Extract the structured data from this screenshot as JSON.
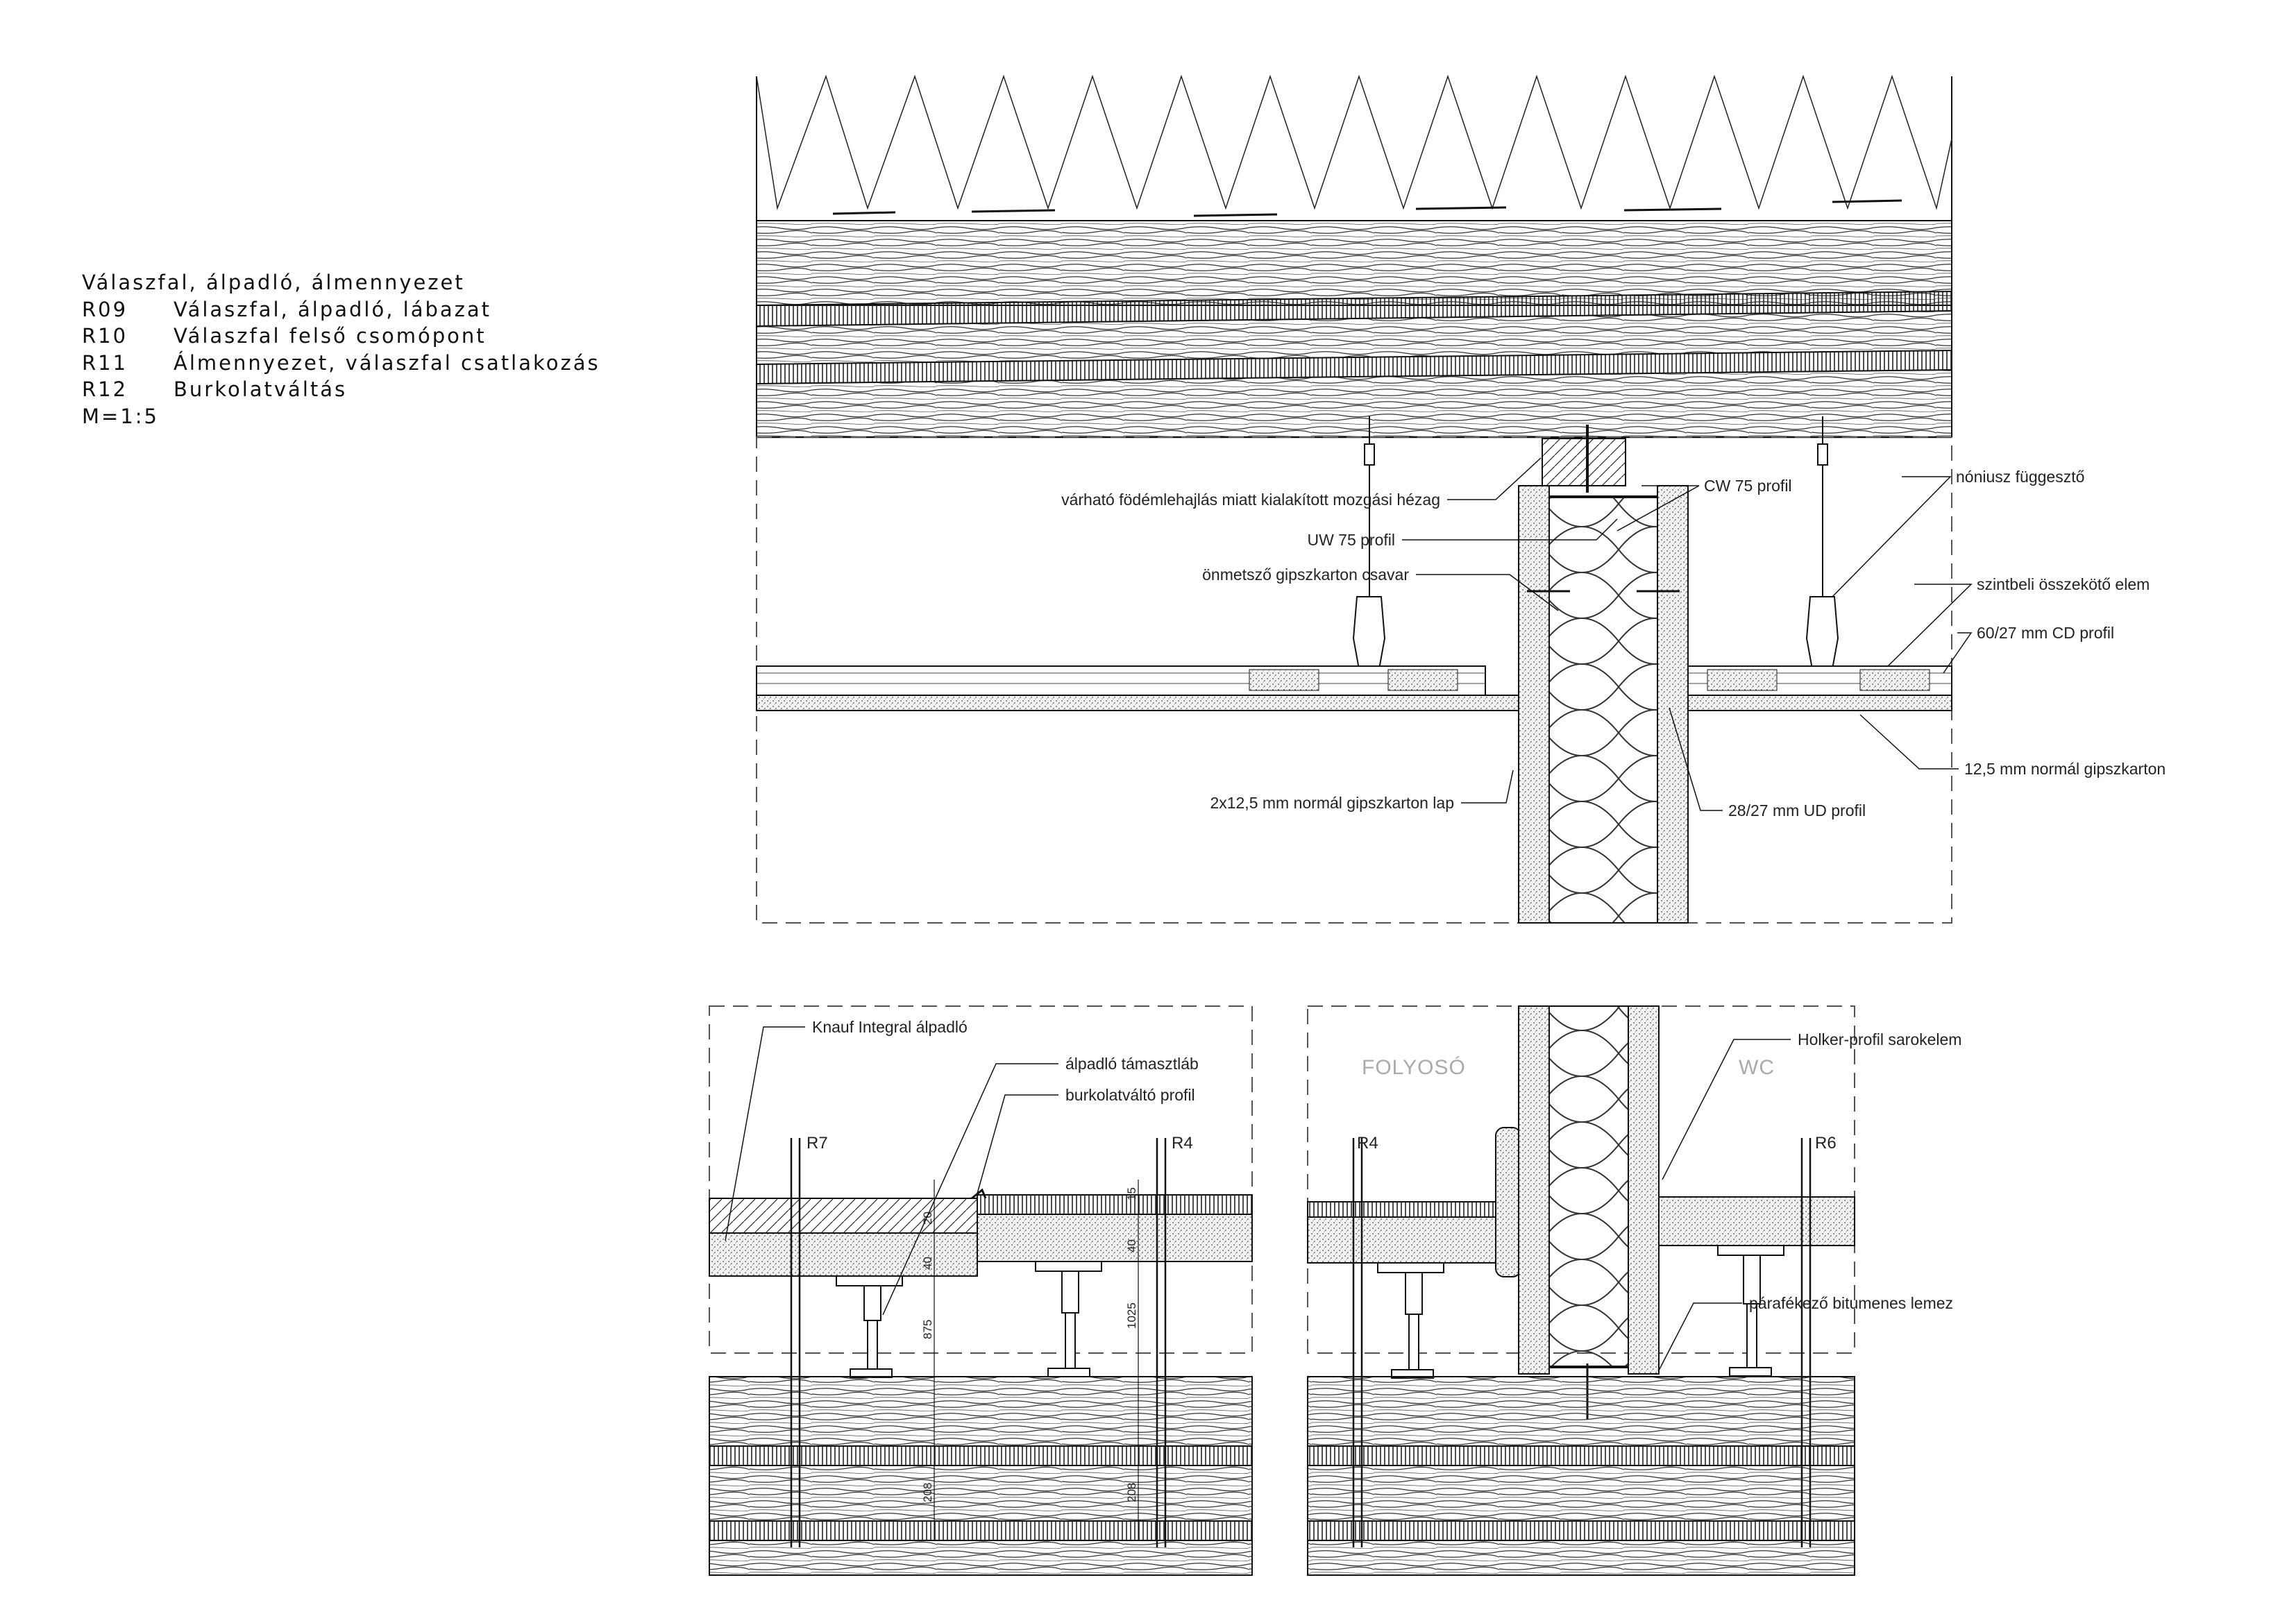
{
  "legend": {
    "title": "Válaszfal, álpadló, álmennyezet",
    "items": [
      {
        "code": "R09",
        "text": "Válaszfal, álpadló, lábazat"
      },
      {
        "code": "R10",
        "text": "Válaszfal felső csomópont"
      },
      {
        "code": "R11",
        "text": "Álmennyezet, válaszfal csatlakozás"
      },
      {
        "code": "R12",
        "text": "Burkolatváltás"
      }
    ],
    "scale": "M=1:5"
  },
  "top_detail": {
    "labels": {
      "movement_gap": "várható födémlehajlás miatt kialakított mozgási hézag",
      "uw_profile": "UW 75 profil",
      "screw": "önmetsző gipszkarton csavar",
      "gypsum_double": "2x12,5 mm normál gipszkarton lap",
      "cw_profile": "CW 75 profil",
      "hanger": "nóniusz függesztő",
      "connector": "szintbeli összekötő elem",
      "cd_profile": "60/27 mm CD profil",
      "gypsum_single": "12,5 mm normál gipszkarton",
      "ud_profile": "28/27 mm UD profil"
    }
  },
  "bottom_left_detail": {
    "labels": {
      "floor": "Knauf Integral álpadló",
      "support": "álpadló támasztláb",
      "transition": "burkolatváltó profil"
    },
    "axes": {
      "left": "R7",
      "right": "R4"
    },
    "dims": {
      "d_left_top": "20",
      "d_left_mid": "40",
      "d_left_low": "875",
      "d_right_top": "15",
      "d_right_mid": "40",
      "d_right_low": "1025",
      "d_slab_a": "208",
      "d_slab_b": "208"
    }
  },
  "bottom_right_detail": {
    "labels": {
      "holker": "Holker-profil sarokelem",
      "vapor": "párafékező bitumenes lemez"
    },
    "rooms": {
      "left": "FOLYOSÓ",
      "right": "WC"
    },
    "axes": {
      "left": "R4",
      "right": "R6"
    }
  },
  "colors": {
    "line": "#111111",
    "dashed_frame": "#555555",
    "room_label": "#aaaaaa"
  }
}
